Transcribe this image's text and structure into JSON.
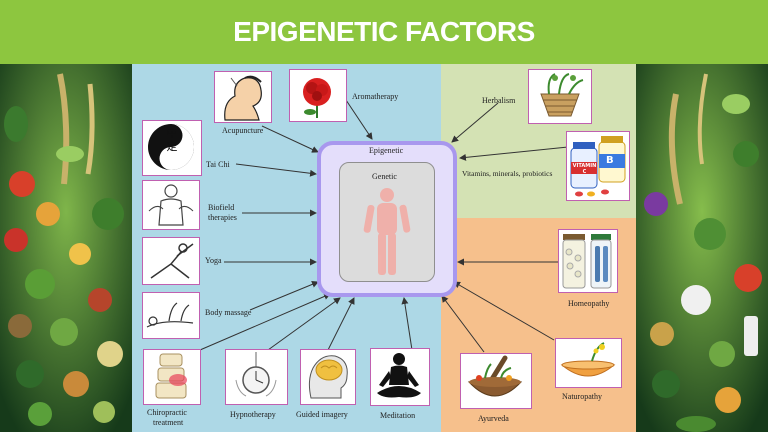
{
  "header": {
    "title": "EPIGENETIC FACTORS"
  },
  "center": {
    "outer_label": "Epigenetic",
    "inner_label": "Genetic"
  },
  "factors": {
    "acupuncture": "Acupuncture",
    "aromatherapy": "Aromatherapy",
    "taichi": "Tai Chi",
    "biofield_1": "Biofield",
    "biofield_2": "therapies",
    "yoga": "Yoga",
    "massage": "Body massage",
    "chiro_1": "Chiropractic",
    "chiro_2": "treatment",
    "hypno": "Hypnotherapy",
    "guided": "Guided imagery",
    "meditation": "Meditation",
    "herbalism": "Herbalism",
    "vitamins": "Vitamins, minerals, probiotics",
    "homeopathy": "Homeopathy",
    "naturopathy": "Naturopathy",
    "ayurveda": "Ayurveda"
  },
  "icons": {
    "taichi_chars": "中 定",
    "vitamin_label": "VITAMIN C",
    "vitamin_b": "B"
  },
  "colors": {
    "banner": "#8dc63f",
    "left_panel": "#add8e6",
    "herbal_panel": "#d4e2b4",
    "holistic_panel": "#f6c08c",
    "center_fill": "#e4defb",
    "center_border": "#a898ee",
    "card_border": "#c060b0"
  }
}
